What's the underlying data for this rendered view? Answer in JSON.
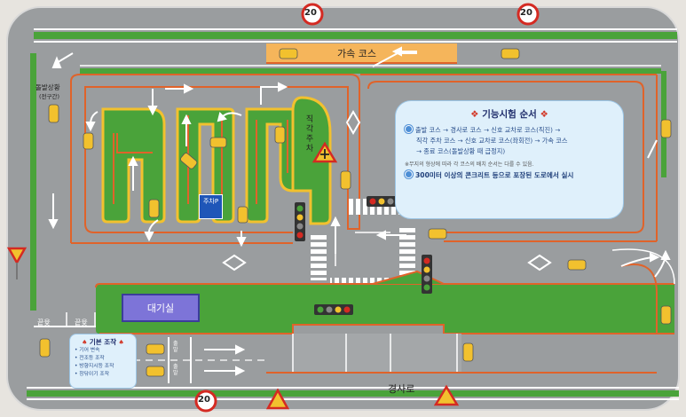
{
  "speed_limit": "20",
  "labels": {
    "accel_course": "가속 코스",
    "sudden_situation": "돌발상황",
    "sudden_sub": "(전구간)",
    "right_angle_parking": "직각주차",
    "parking_sign": "주차P",
    "waiting_room": "대기실",
    "finish_left": "끝윷",
    "finish_right": "끝윷",
    "slope_road": "경사로",
    "start_a": "출발",
    "start_b": "출발"
  },
  "info_panel": {
    "title": "기능시험 순서",
    "line1": "출발 코스 → 경사로 코스 → 신호 교차로 코스(직진) →",
    "line2": "직각 주차 코스 → 신호 교차로 코스(좌회전) → 가속 코스",
    "line3": "→ 종료 코스(돌발상황 때 급정지)",
    "note": "※무지의 형상에 따라 각 코스의 배치 순서는 다를 수 있음.",
    "line4": "300미터 이상의 콘크리트 등으로 포장된 도로에서 실시"
  },
  "basic_panel": {
    "title": "기본 조작",
    "items": [
      "• 기어 변속",
      "• 전조등 조작",
      "• 방향지시등 조작",
      "• 창닦이기 조작"
    ]
  },
  "colors": {
    "grass": "#4aa33a",
    "road": "#9a9d9f",
    "orange_line": "#e0632a",
    "yellow_marking": "#f2c12e",
    "info_bg": "#dff0fb",
    "waiting_room": "#7d74d8"
  }
}
